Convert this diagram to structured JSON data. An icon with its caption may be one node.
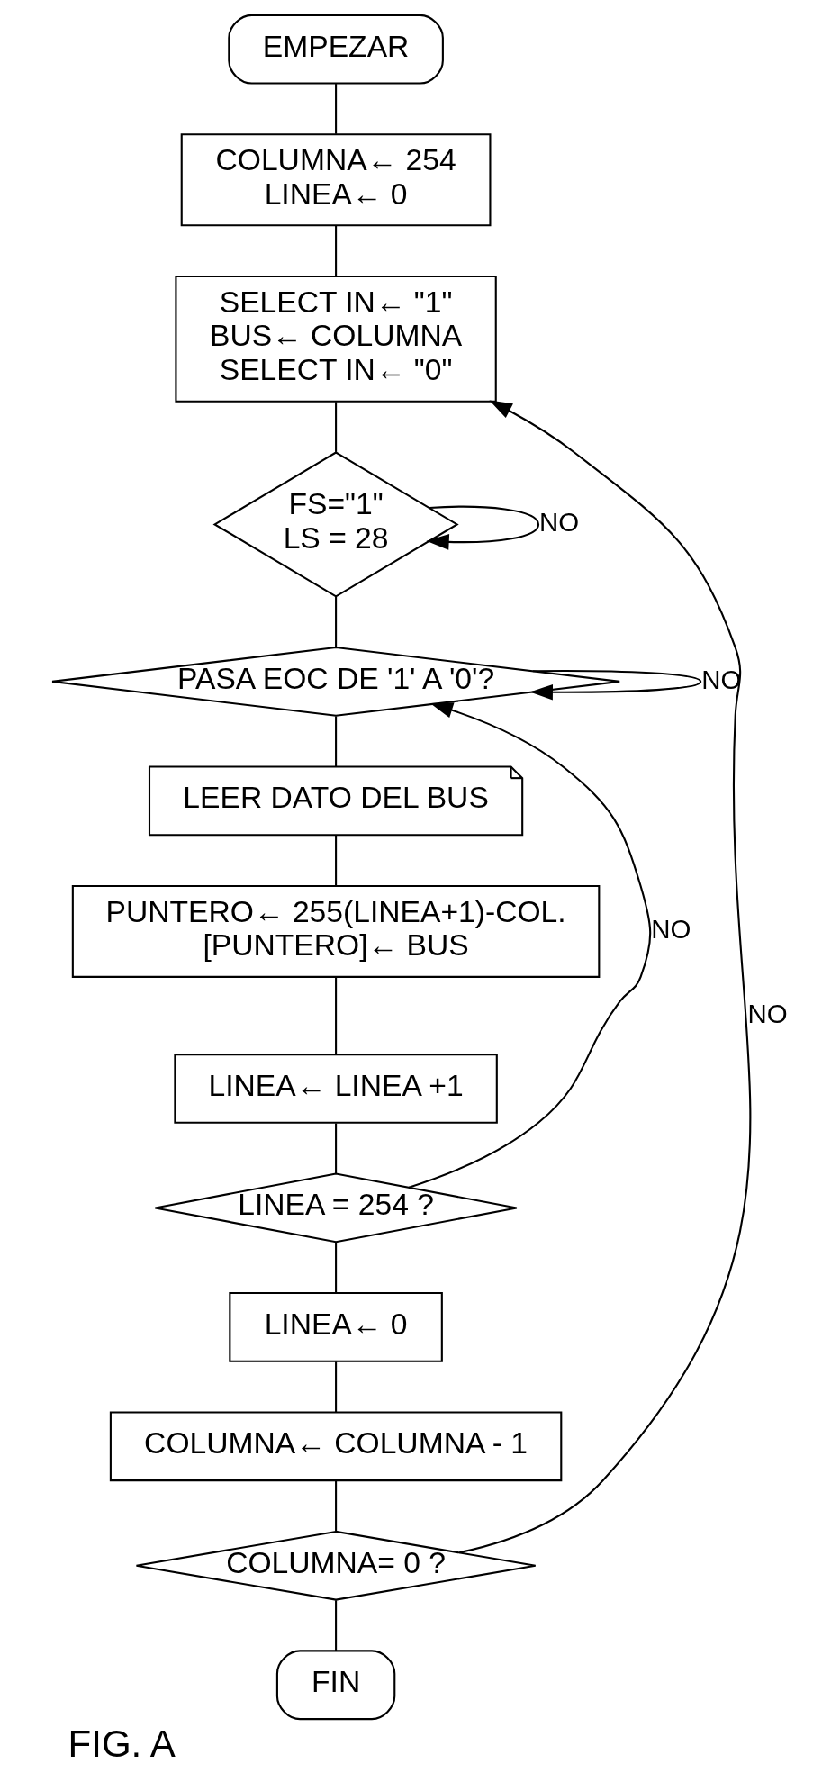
{
  "diagram": {
    "caption": "FIG. A",
    "nodes": [
      {
        "text": [
          "EMPEZAR"
        ]
      },
      {
        "text": [
          "COLUMNA← 254",
          "LINEA← 0"
        ]
      },
      {
        "text": [
          "SELECT IN← \"1\"",
          "BUS← COLUMNA",
          "SELECT IN← \"0\""
        ]
      },
      {
        "text": [
          "FS=\"1\"",
          "LS = 28"
        ]
      },
      {
        "text": [
          "PASA EOC DE '1' A '0'?"
        ]
      },
      {
        "text": [
          "LEER DATO DEL BUS"
        ]
      },
      {
        "text": [
          "PUNTERO← 255(LINEA+1)-COL.",
          "[PUNTERO]← BUS"
        ]
      },
      {
        "text": [
          "LINEA← LINEA +1"
        ]
      },
      {
        "text": [
          "LINEA = 254 ?"
        ]
      },
      {
        "text": [
          "LINEA← 0"
        ]
      },
      {
        "text": [
          "COLUMNA← COLUMNA - 1"
        ]
      },
      {
        "text": [
          "COLUMNA= 0 ?"
        ]
      },
      {
        "text": [
          "FIN"
        ]
      }
    ],
    "edges": [
      {
        "from": 0,
        "to": 1,
        "arrow": "none"
      },
      {
        "from": 1,
        "to": 2,
        "arrow": "none"
      },
      {
        "from": 2,
        "to": 3,
        "arrow": "none"
      },
      {
        "from": 3,
        "to": 3,
        "arrow": "to",
        "label": "NO"
      },
      {
        "from": 3,
        "to": 4,
        "arrow": "none"
      },
      {
        "from": 4,
        "to": 4,
        "arrow": "to",
        "label": "NO"
      },
      {
        "from": 4,
        "to": 5,
        "arrow": "none"
      },
      {
        "from": 5,
        "to": 6,
        "arrow": "none"
      },
      {
        "from": 6,
        "to": 7,
        "arrow": "none"
      },
      {
        "from": 7,
        "to": 8,
        "arrow": "none"
      },
      {
        "from": 8,
        "to": 4,
        "arrow": "to",
        "label": "NO"
      },
      {
        "from": 8,
        "to": 9,
        "arrow": "none"
      },
      {
        "from": 9,
        "to": 10,
        "arrow": "none"
      },
      {
        "from": 10,
        "to": 11,
        "arrow": "none"
      },
      {
        "from": 11,
        "to": 2,
        "arrow": "to",
        "label": "NO"
      },
      {
        "from": 11,
        "to": 12,
        "arrow": "none"
      }
    ]
  }
}
